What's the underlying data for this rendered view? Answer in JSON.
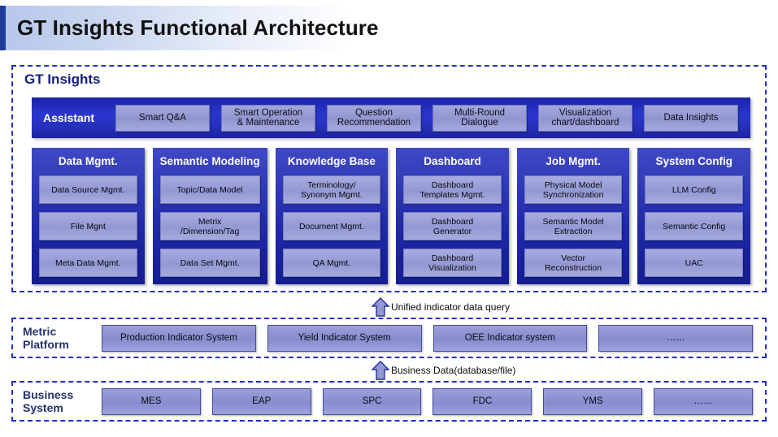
{
  "title": "GT Insights Functional Architecture",
  "gt_insights": {
    "frame_label": "GT Insights",
    "assistant": {
      "label": "Assistant",
      "chips": [
        "Smart Q&A",
        "Smart Operation\n& Maintenance",
        "Question\nRecommendation",
        "Multi-Round\nDialogue",
        "Visualization\nchart/dashboard",
        "Data Insights"
      ]
    },
    "columns": [
      {
        "title": "Data Mgmt.",
        "items": [
          "Data Source Mgmt.",
          "File Mgnt",
          "Meta Data Mgmt."
        ]
      },
      {
        "title": "Semantic Modeling",
        "items": [
          "Topic/Data Model",
          "Metrix\n/Dimension/Tag",
          "Data Set Mgmt."
        ]
      },
      {
        "title": "Knowledge Base",
        "items": [
          "Terminology/\nSynonym Mgmt.",
          "Document Mgmt.",
          "QA Mgmt."
        ]
      },
      {
        "title": "Dashboard",
        "items": [
          "Dashboard\nTemplates Mgmt.",
          "Dashboard\nGenerator",
          "Dashboard\nVisualization"
        ]
      },
      {
        "title": "Job Mgmt.",
        "items": [
          "Physical Model\nSynchronization",
          "Semantic Model\nExtraction",
          "Vector\nReconstruction"
        ]
      },
      {
        "title": "System Config",
        "items": [
          "LLM Config",
          "Semantic Config",
          "UAC"
        ]
      }
    ]
  },
  "metric_platform": {
    "label": "Metric\nPlatform",
    "chips": [
      "Production Indicator System",
      "Yield Indicator System",
      "OEE Indicator system",
      "……"
    ]
  },
  "business_system": {
    "label": "Business\nSystem",
    "chips": [
      "MES",
      "EAP",
      "SPC",
      "FDC",
      "YMS",
      "……"
    ]
  },
  "arrows": [
    {
      "caption": "Unified indicator data query"
    },
    {
      "caption": "Business Data(database/file)"
    }
  ],
  "colors": {
    "accent_dark_blue": "#1f3c99",
    "frame_dashed_blue": "#2330c8",
    "panel_blue": "#1e27a6",
    "sub_box_periwinkle": "#9298d3",
    "label_navy": "#24336c"
  }
}
